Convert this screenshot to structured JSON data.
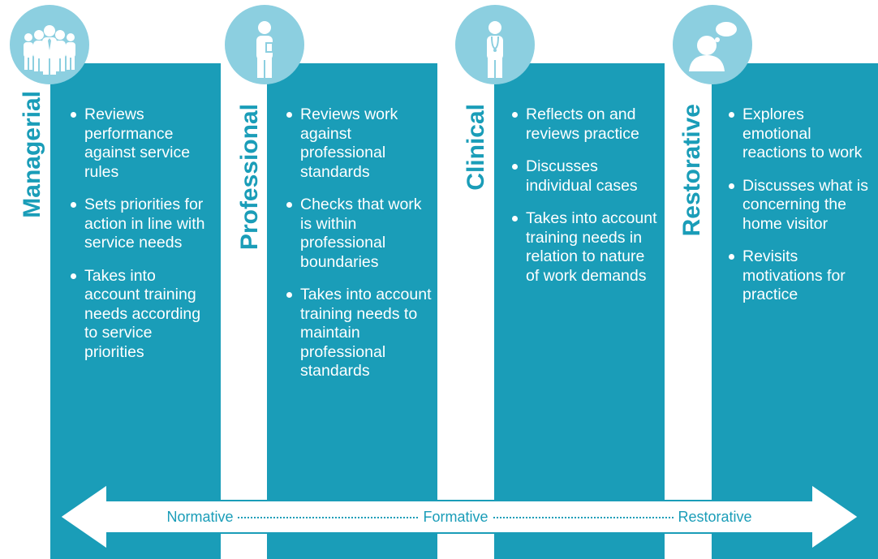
{
  "colors": {
    "panel": "#1a9db8",
    "circle": "#8ccfe0",
    "label": "#1a9db8",
    "arrow_outline": "#1a9db8"
  },
  "columns": [
    {
      "title": "Managerial",
      "icon": "group-of-people-icon",
      "bullets": [
        "Reviews performance against service rules",
        "Sets priorities for action in line with service needs",
        "Takes into account training needs according to service priorities"
      ]
    },
    {
      "title": "Professional",
      "icon": "person-with-clipboard-icon",
      "bullets": [
        "Reviews work against professional standards",
        "Checks that work is within professional boundaries",
        "Takes into account training needs to maintain professional standards"
      ]
    },
    {
      "title": "Clinical",
      "icon": "doctor-with-stethoscope-icon",
      "bullets": [
        "Reflects on and reviews practice",
        "Discusses individual cases",
        "Takes into account training needs in relation to nature of work demands"
      ]
    },
    {
      "title": "Restorative",
      "icon": "person-thinking-icon",
      "bullets": [
        "Explores emotional reactions to work",
        "Discusses what is concerning the home visitor",
        "Revisits motivations for practice"
      ]
    }
  ],
  "scale": {
    "left": "Normative",
    "middle": "Formative",
    "right": "Restorative"
  }
}
